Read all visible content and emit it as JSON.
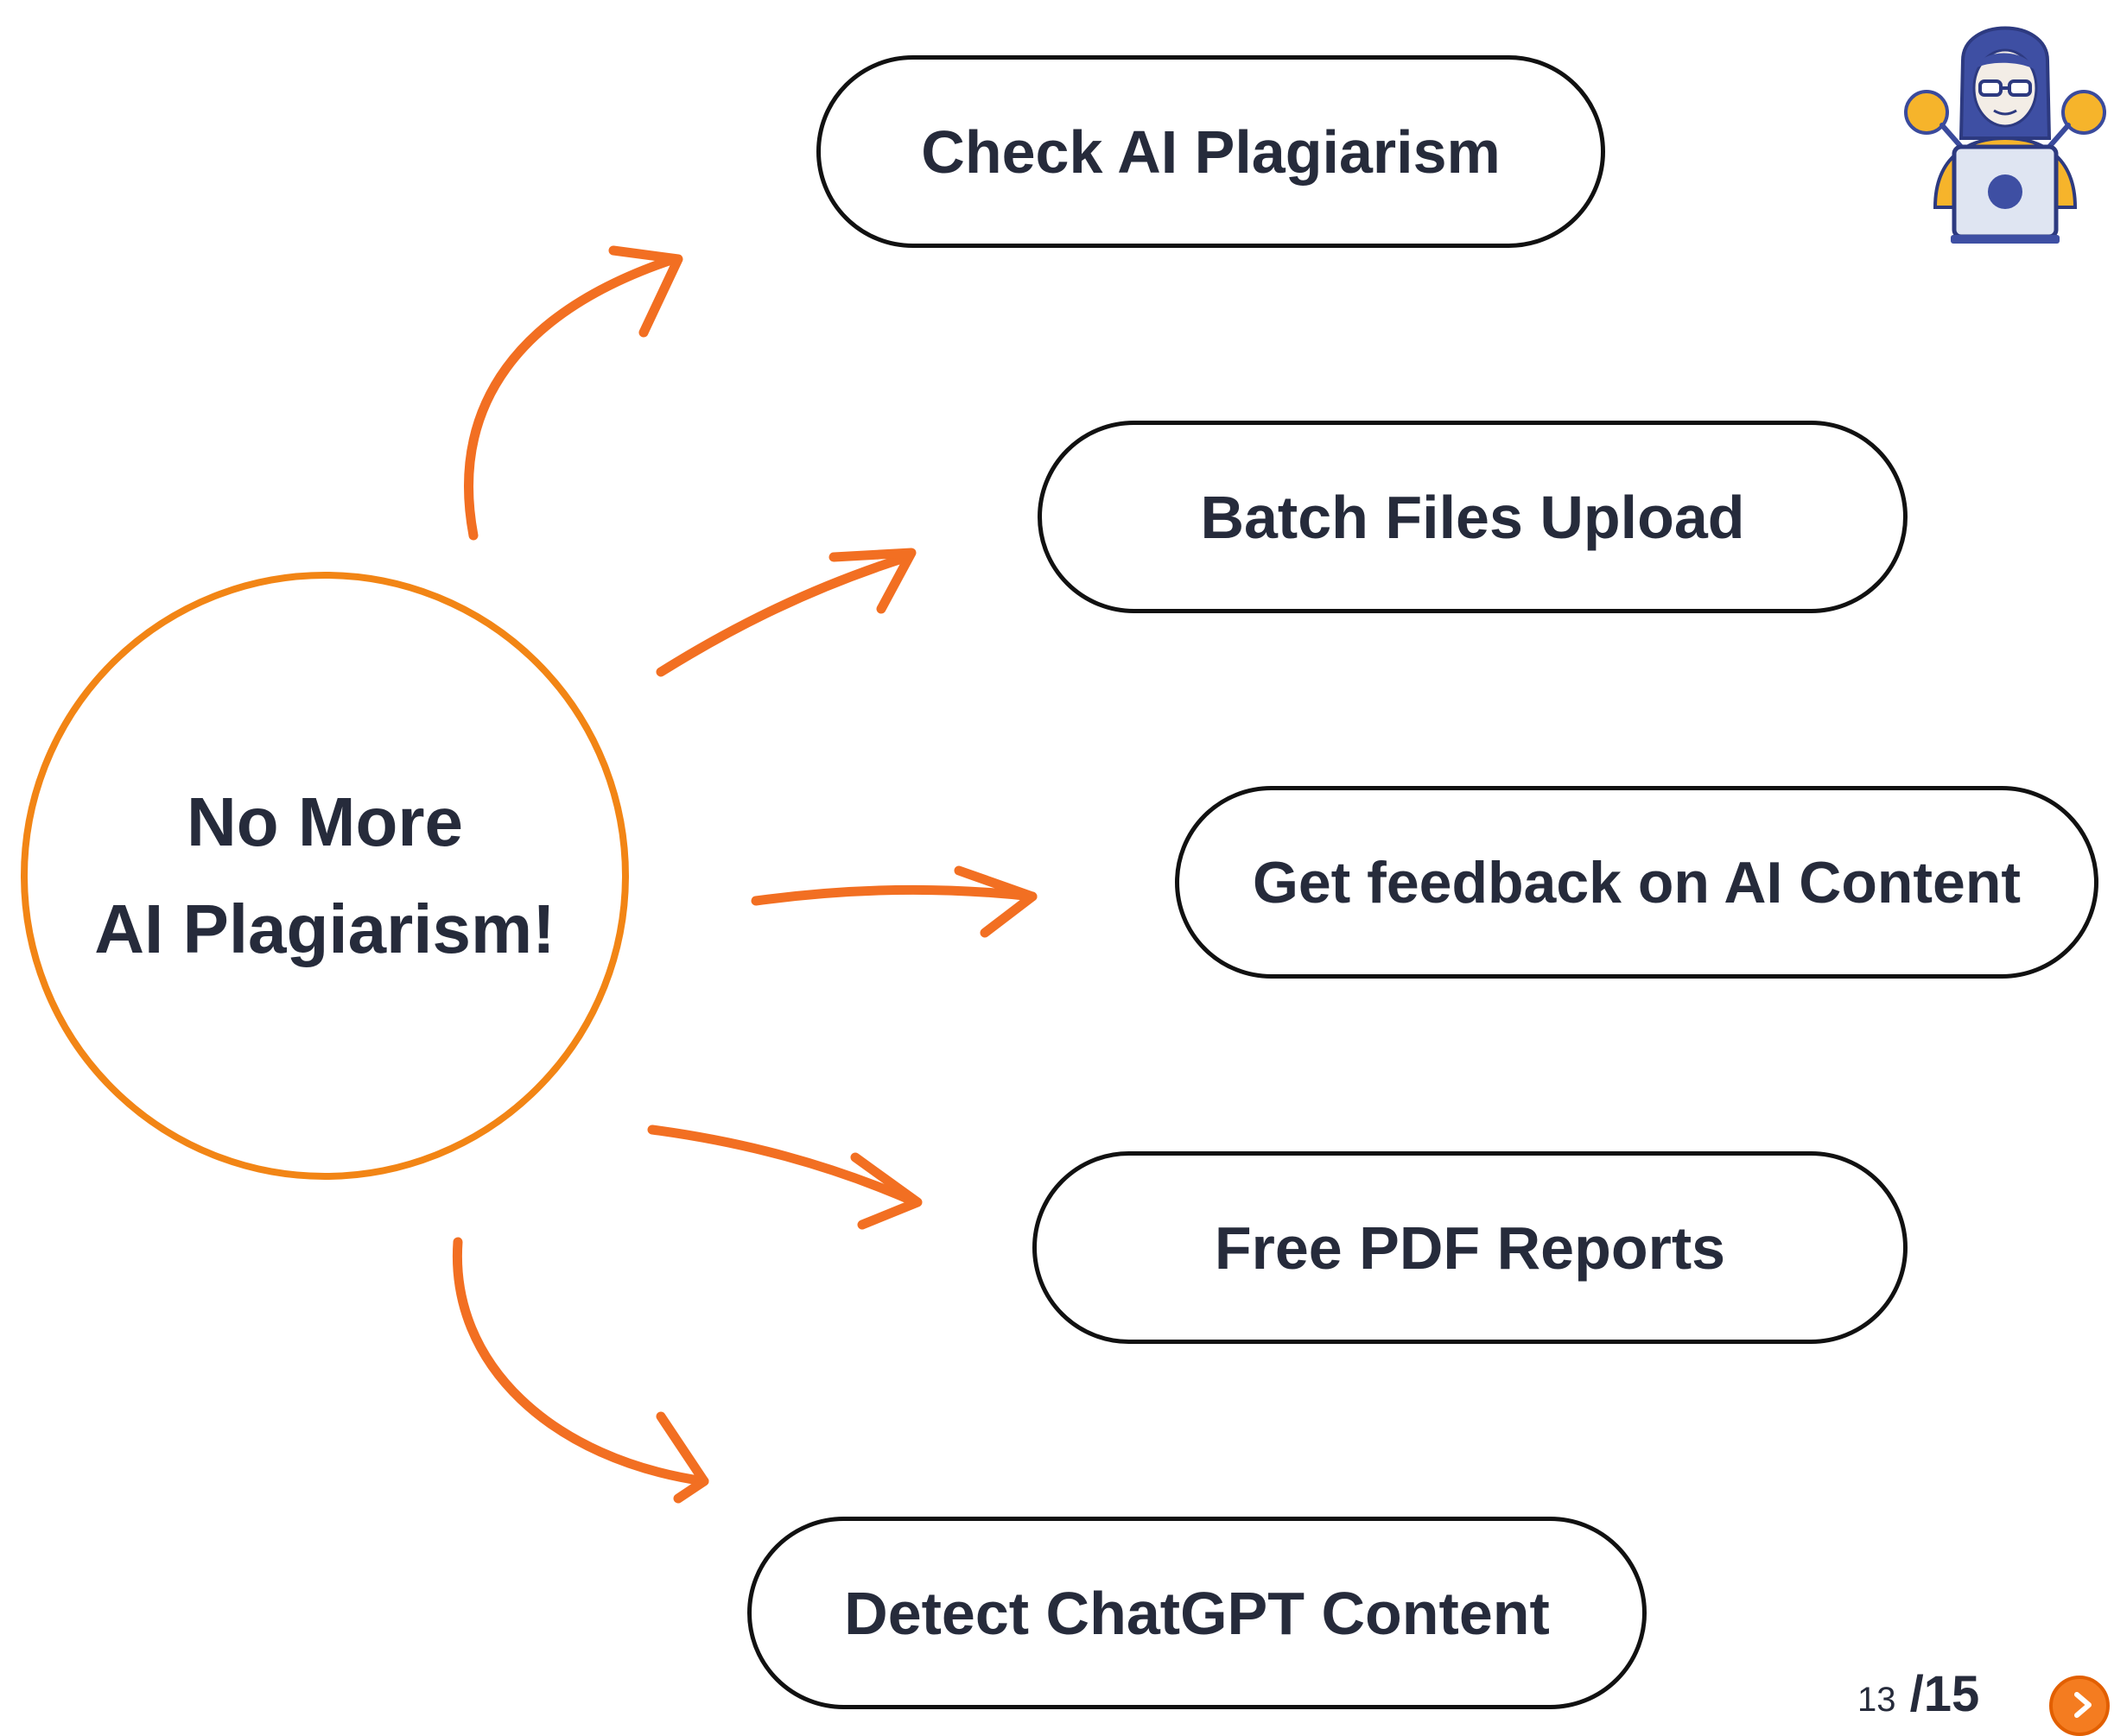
{
  "hub": {
    "line1": "No More",
    "line2": "AI Plagiarism!"
  },
  "features": [
    {
      "label": "Check AI Plagiarism"
    },
    {
      "label": "Batch Files Upload"
    },
    {
      "label": "Get feedback on AI Content"
    },
    {
      "label": "Free PDF Reports"
    },
    {
      "label": "Detect ChatGPT Content"
    }
  ],
  "pager": {
    "current": "13",
    "total": "/15"
  },
  "colors": {
    "accent": "#f28515",
    "arrow": "#f26f22",
    "text": "#262b3b",
    "pill_border": "#111111"
  }
}
